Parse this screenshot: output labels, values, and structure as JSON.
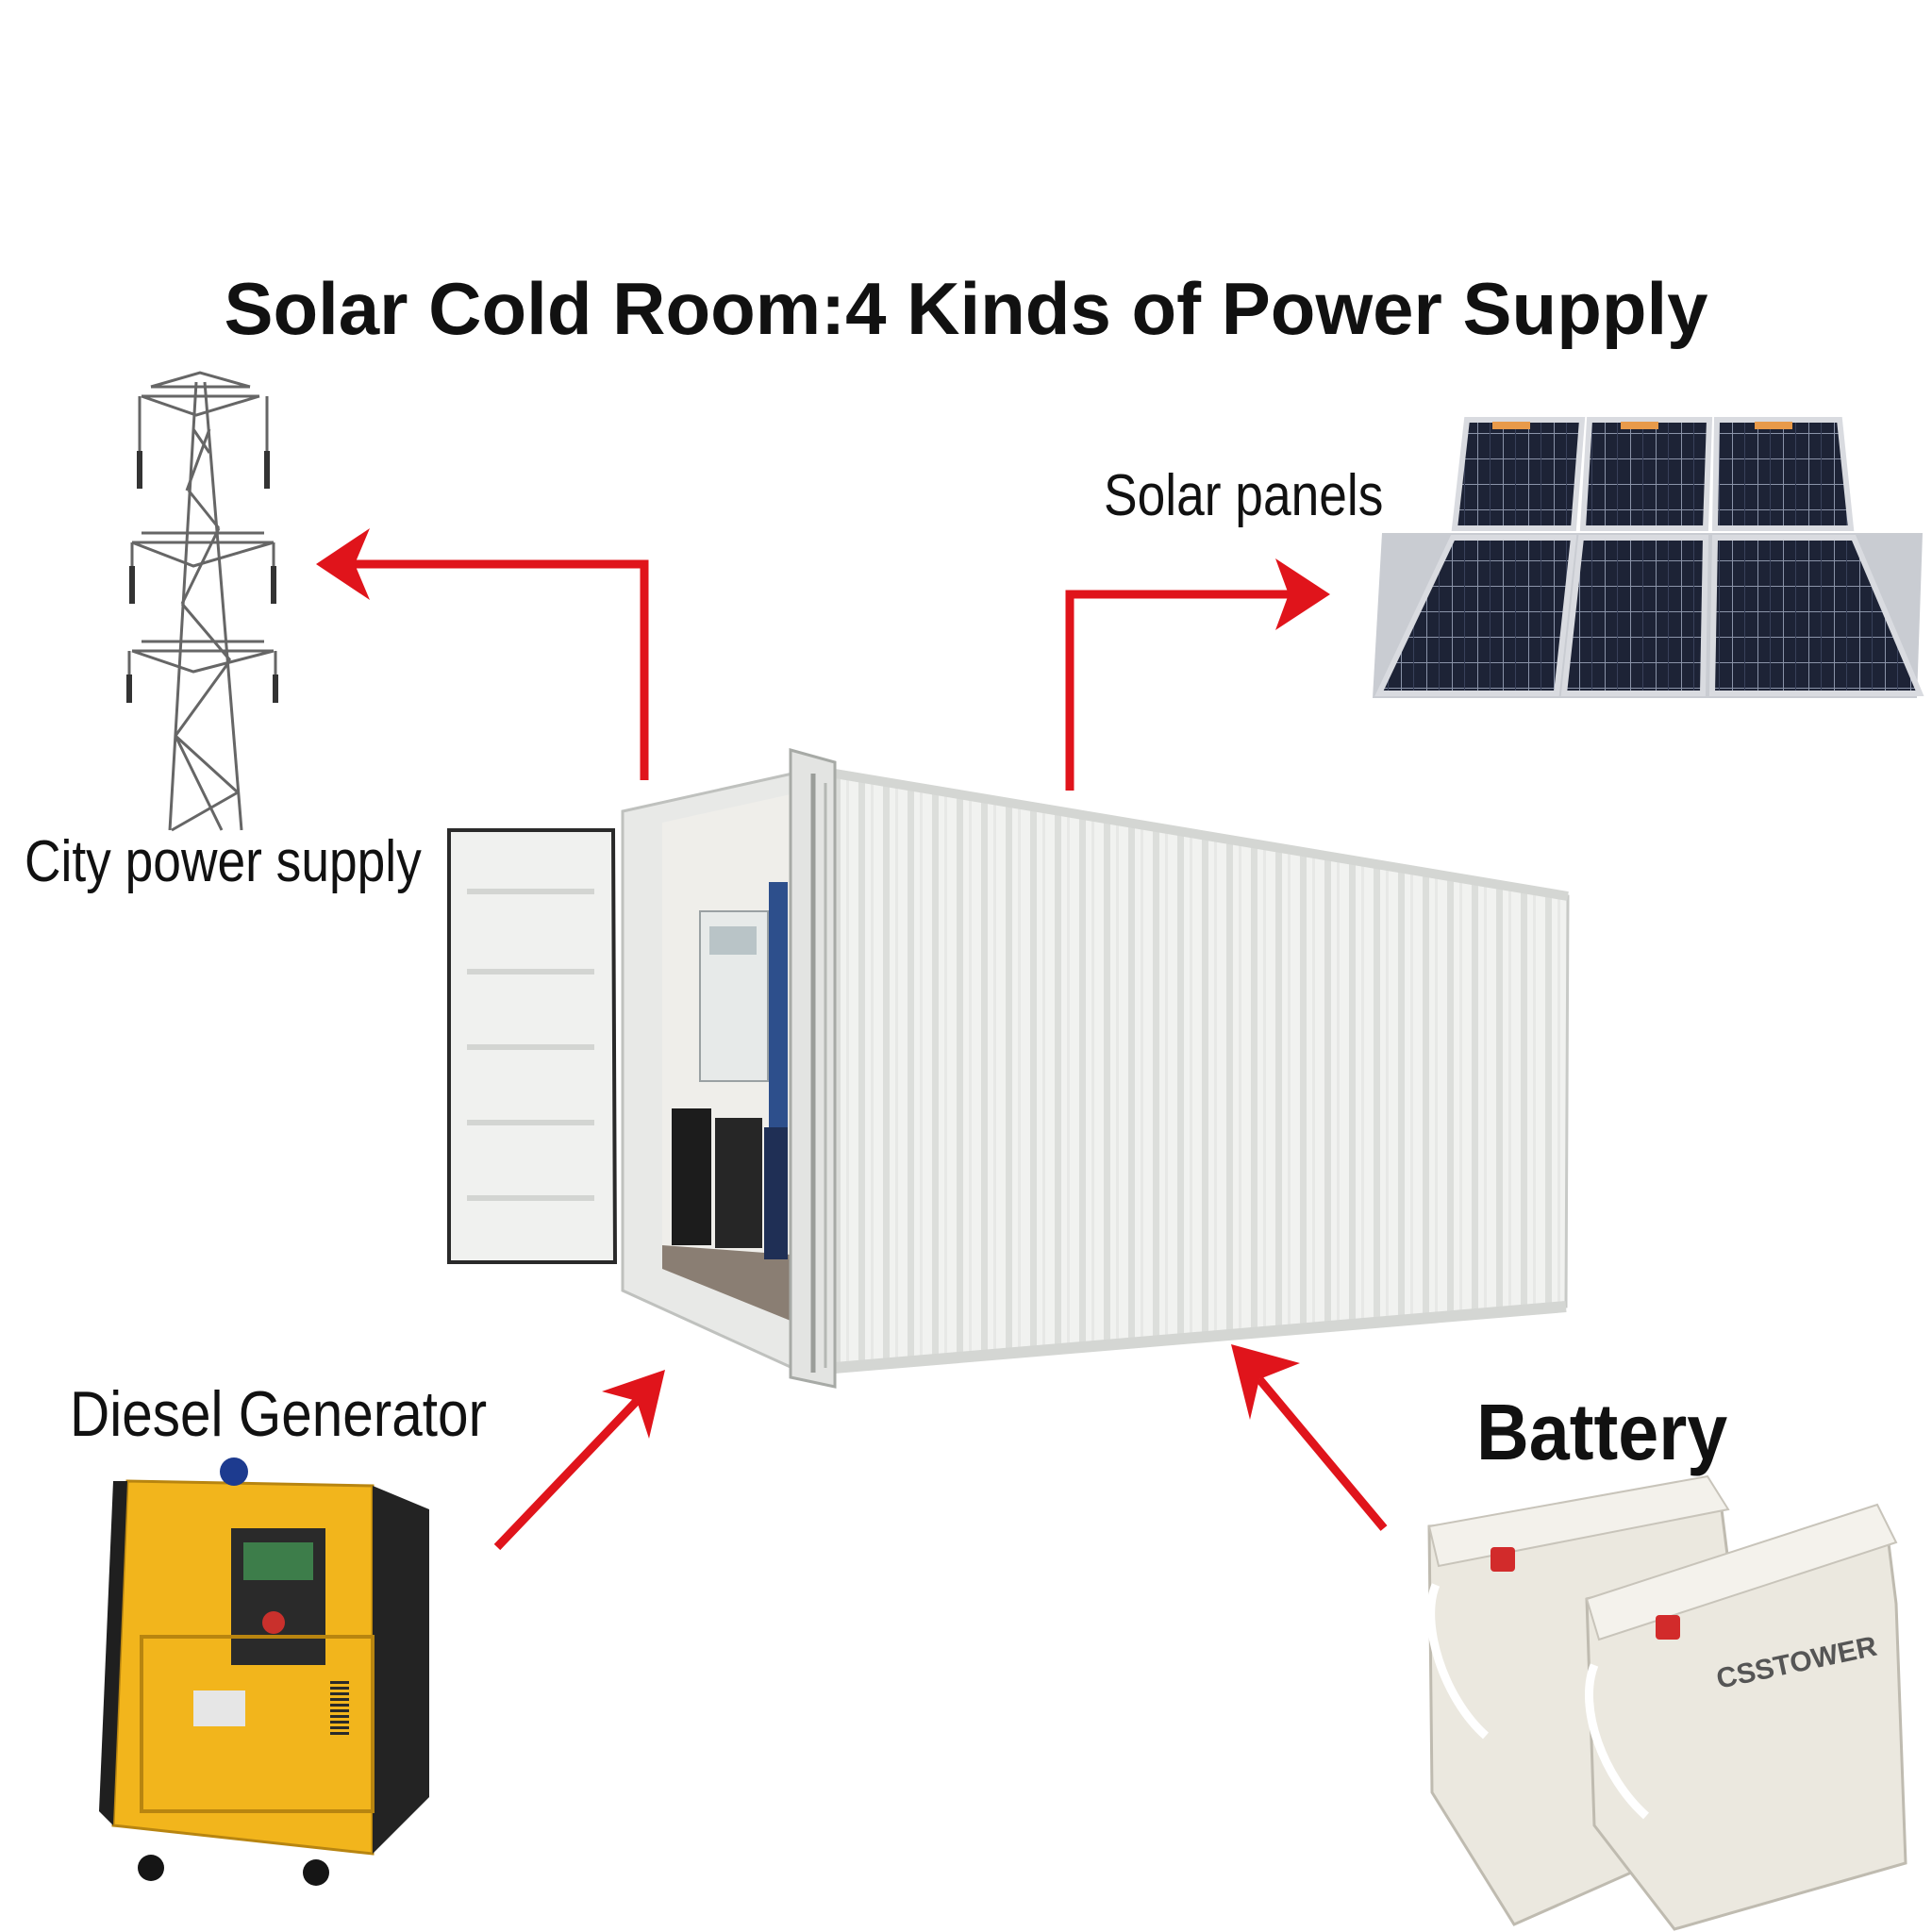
{
  "title": "Solar Cold Room:4 Kinds of Power Supply",
  "sources": {
    "city": "City power supply",
    "solar": "Solar panels",
    "diesel": "Diesel Generator",
    "battery": "Battery"
  },
  "battery_brand": "CSSTOWER",
  "colors": {
    "arrow": "#e0141b",
    "container": "#f2f3f1",
    "generator": "#f2b51c",
    "battery": "#ece9e0",
    "solar_cell": "#1d2336"
  },
  "icons": [
    "transmission-tower-icon",
    "solar-panel-icon",
    "container-icon",
    "diesel-generator-icon",
    "battery-icon",
    "arrow-icon"
  ]
}
